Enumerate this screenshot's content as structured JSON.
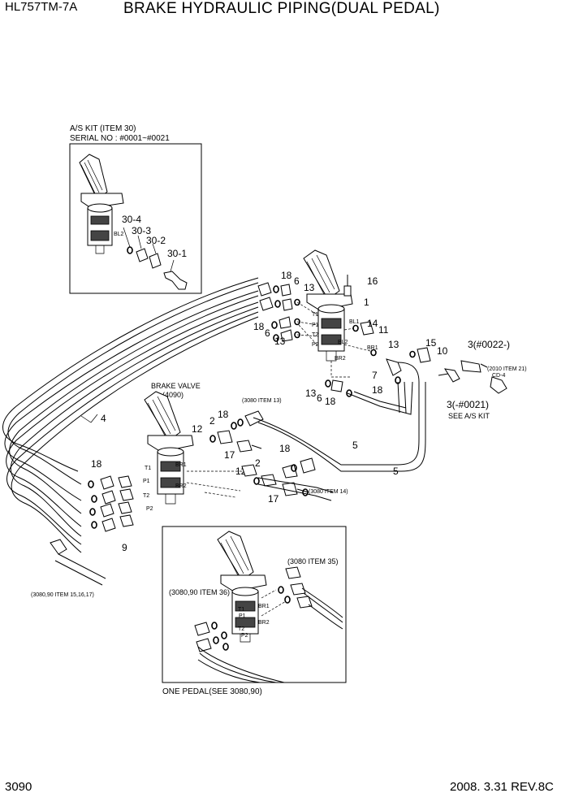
{
  "header": {
    "model": "HL757TM-7A",
    "title": "BRAKE HYDRAULIC PIPING(DUAL PEDAL)"
  },
  "footer": {
    "page_number": "3090",
    "revision": "2008. 3.31  REV.8C"
  },
  "inset_as_kit": {
    "title_line1": "A/S KIT (ITEM 30)",
    "title_line2": "SERIAL NO : #0001~#0021",
    "port_bl2": "BL2",
    "callouts": [
      "30-4",
      "30-3",
      "30-2",
      "30-1"
    ]
  },
  "main_valve": {
    "ports": {
      "t1": "T1",
      "p1": "P1",
      "t2": "T2",
      "p2": "P2",
      "bl1": "BL1",
      "bl2": "BL2",
      "br1": "BR1",
      "br2": "BR2"
    },
    "callouts": {
      "c18a": "18",
      "c6a": "6",
      "c13a": "13",
      "c16": "16",
      "c1": "1",
      "c18b": "18",
      "c6b": "6",
      "c13b": "13",
      "c14": "14",
      "c11": "11",
      "c13c": "13",
      "c15": "15",
      "c10": "10",
      "c7": "7",
      "c18c": "18",
      "c13d": "13",
      "c6c": "6",
      "c18d": "18",
      "c5a": "5",
      "c5b": "5",
      "c4": "4"
    },
    "sensor_new": "3(#0022-)",
    "sensor_new_ref1": "(2010 ITEM 21)",
    "sensor_new_ref2": "CD-4",
    "sensor_old": "3(-#0021)",
    "see_as_kit": "SEE A/S KIT"
  },
  "brake_valve": {
    "label_line1": "BRAKE VALVE",
    "label_line2": "(4090)",
    "ports": {
      "t1": "T1",
      "p1": "P1",
      "t2": "T2",
      "p2": "P2",
      "br1": "BR1",
      "br2": "BR2"
    },
    "ref_item13": "(3080 ITEM 13)",
    "ref_item14": "(3080 ITEM 14)",
    "ref_item15": "(3080,90 ITEM 15,16,17)",
    "callouts": {
      "c12a": "12",
      "c2a": "2",
      "c18a": "18",
      "c17a": "17",
      "c2b": "2",
      "c18b": "18",
      "c12b": "12",
      "c17b": "17",
      "c18c": "18",
      "c9": "9"
    }
  },
  "inset_one_pedal": {
    "caption": "ONE PEDAL(SEE 3080,90)",
    "ref_item35": "(3080 ITEM 35)",
    "ref_item36": "(3080,90 ITEM 36)",
    "ports": {
      "t1": "T1",
      "p1": "P1",
      "t2": "T2",
      "p2": "P2",
      "br1": "BR1",
      "br2": "BR2"
    }
  }
}
